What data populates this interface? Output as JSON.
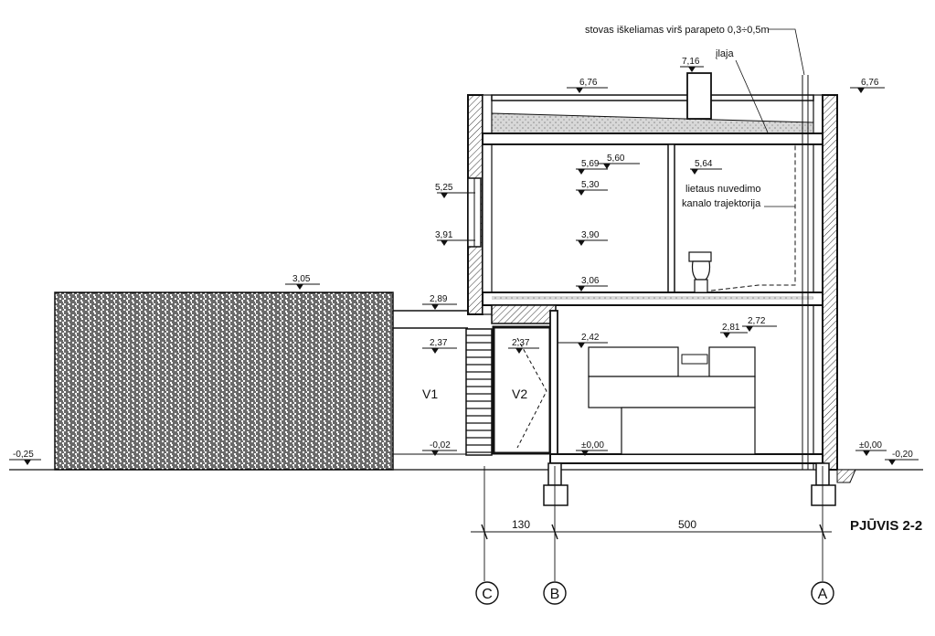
{
  "title": "PJŪVIS 2-2",
  "notes": {
    "stack": "stovas iškeliamas virš parapeto 0,3÷0,5m",
    "roof_inlet": "įlaja",
    "drain_line1": "lietaus nuvedimo",
    "drain_line2": "kanalo trajektorija"
  },
  "levels": {
    "l_716": "7,16",
    "l_676_left": "6,76",
    "l_676_right": "6,76",
    "l_560": "5,60",
    "l_569": "5,69",
    "l_564": "5,64",
    "l_525": "5,25",
    "l_530": "5,30",
    "l_391": "3,91",
    "l_390": "3,90",
    "l_305": "3,05",
    "l_306": "3,06",
    "l_289": "2,89",
    "l_281": "2,81",
    "l_272": "2,72",
    "l_242": "2,42",
    "l_237_out": "2,37",
    "l_237_in": "2,37",
    "l_m025": "-0,25",
    "l_m002": "-0,02",
    "l_000_in": "±0,00",
    "l_000_out": "±0,00",
    "l_m020": "-0,20"
  },
  "rooms": {
    "v1": "V1",
    "v2": "V2"
  },
  "dimensions": {
    "d1": "130",
    "d2": "500"
  },
  "axes": {
    "c": "C",
    "b": "B",
    "a": "A"
  },
  "colors": {
    "line": "#111111",
    "hatch": "#222222",
    "insulation": "#cfcfcf"
  }
}
